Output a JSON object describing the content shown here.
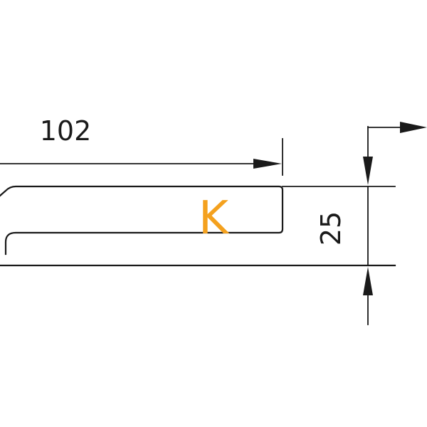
{
  "drawing": {
    "width_dimension": "102",
    "height_dimension": "25",
    "profile_label": "K",
    "colors": {
      "line": "#1a1a1a",
      "label": "#f4a11e",
      "background": "#ffffff"
    }
  }
}
